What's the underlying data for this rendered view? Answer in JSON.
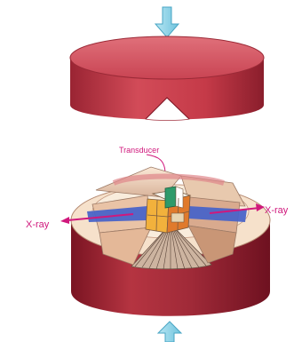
{
  "labels": {
    "transducer": "Transducer",
    "xray_left": "X-ray",
    "xray_right": "X-ray"
  },
  "colors": {
    "anvil_red": "#c8424f",
    "anvil_dark": "#8e1f2c",
    "anvil_top": "#d85a66",
    "arrow_blue": "#8fd3e8",
    "arrow_stroke": "#4aa6c4",
    "xray_magenta": "#d0187c",
    "gasket_tan": "#f2dcc4",
    "beam_blue": "#4a64c8",
    "cube_yellow": "#f2b13c",
    "cube_green": "#2e9a6a",
    "cube_orange": "#e07a2c"
  },
  "icons": [
    "arrow-down-icon",
    "arrow-up-icon",
    "xray-arrow-left-icon",
    "xray-arrow-right-icon"
  ]
}
